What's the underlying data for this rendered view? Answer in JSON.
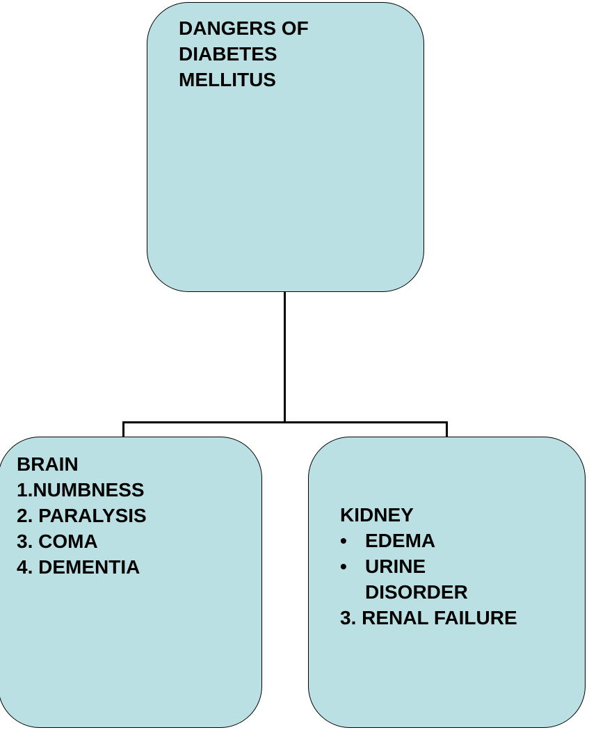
{
  "root": {
    "title_lines": [
      "DANGERS OF",
      "DIABETES",
      "MELLITUS"
    ]
  },
  "brain": {
    "heading": "BRAIN",
    "items": [
      "1.NUMBNESS",
      "2. PARALYSIS",
      "3. COMA",
      "4. DEMENTIA"
    ]
  },
  "kidney": {
    "heading": "KIDNEY",
    "bullet": "•",
    "bullet_items": [
      "EDEMA",
      "URINE",
      "DISORDER"
    ],
    "last_item": "3. RENAL FAILURE"
  },
  "colors": {
    "box_fill": "#bbe0e3",
    "line": "#000000"
  }
}
